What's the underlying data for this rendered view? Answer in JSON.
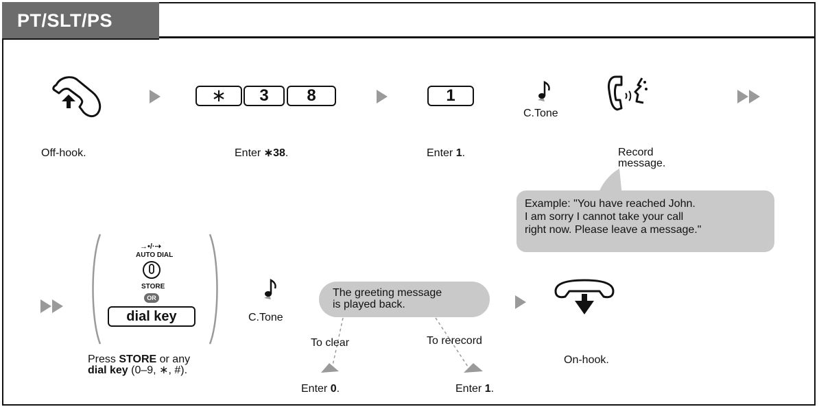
{
  "header": {
    "title": "PT/SLT/PS"
  },
  "steps": {
    "offhook": "Off-hook.",
    "enter38_pre": "Enter ",
    "enter38_sym": "∗38",
    "enter38_post": ".",
    "enter1_pre": "Enter ",
    "enter1_num": "1",
    "enter1_post": ".",
    "ctone1": "C.Tone",
    "record": "Record\nmessage.",
    "ctone2": "C.Tone",
    "press_pre": "Press ",
    "press_store": "STORE",
    "press_mid": " or any",
    "press_dialkey": "dial key",
    "press_post": " (0–9, ∗, #).",
    "onhook": "On-hook.",
    "to_clear": "To clear",
    "to_rerecord": "To rerecord",
    "enter0_pre": "Enter ",
    "enter0_num": "0",
    "enter0_post": ".",
    "enter1b_pre": "Enter ",
    "enter1b_num": "1",
    "enter1b_post": "."
  },
  "keys": {
    "star": "∗",
    "three": "3",
    "eight": "8",
    "one": "1",
    "dial_key": "dial key"
  },
  "store_panel": {
    "auto_dial": "AUTO DIAL",
    "store": "STORE",
    "or": "OR",
    "arrows": "→•/·⇢"
  },
  "example": {
    "line1": "Example: \"You have reached John.",
    "line2": "I am sorry I cannot take your call",
    "line3": "right now. Please leave a message.\""
  },
  "greeting": {
    "line1": "The greeting message",
    "line2": "is played back."
  },
  "colors": {
    "header": "#6c6c6c",
    "bubble": "#c9c9c9",
    "arrow": "#9a9a9a"
  }
}
